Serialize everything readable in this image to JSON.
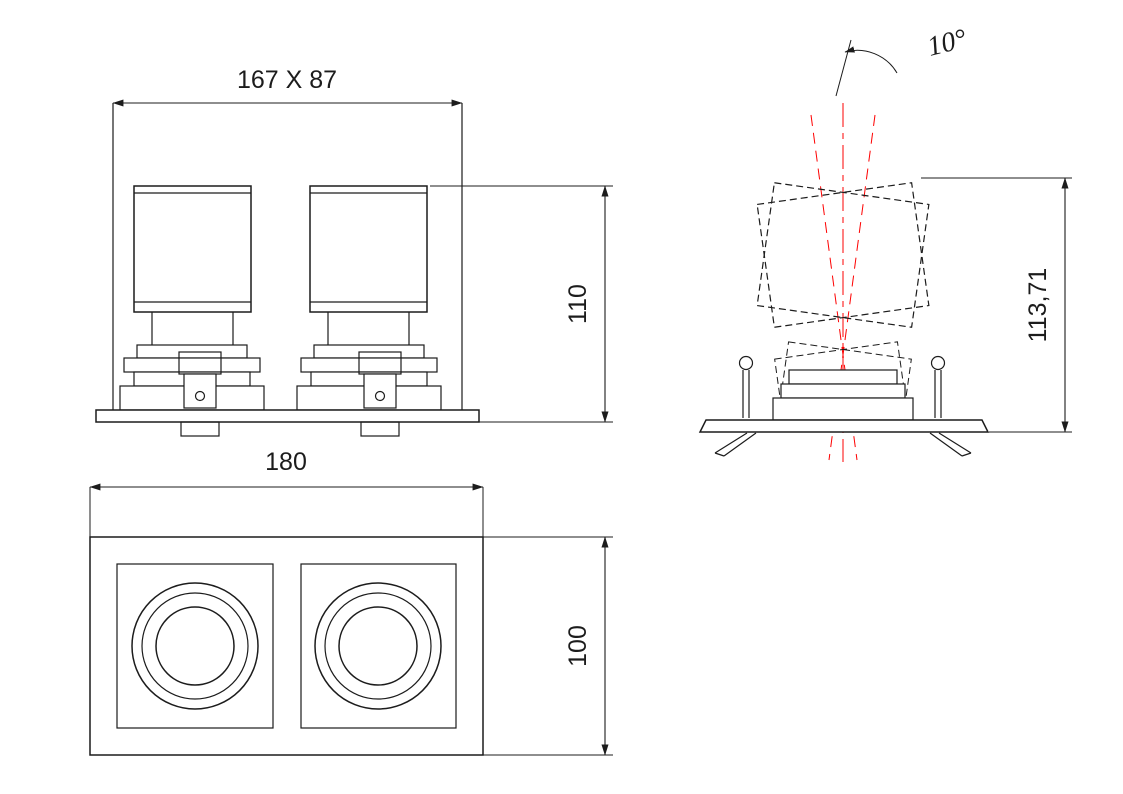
{
  "drawing": {
    "views": {
      "front": {
        "width_label": "167 X 87",
        "height_label": "110"
      },
      "plan": {
        "width_label": "180",
        "height_label": "100"
      },
      "side": {
        "height_label": "113,71",
        "angle_label": "10°"
      }
    },
    "colors": {
      "line": "#1c1c1c",
      "centerline": "#fe0000",
      "background": "#ffffff"
    }
  }
}
